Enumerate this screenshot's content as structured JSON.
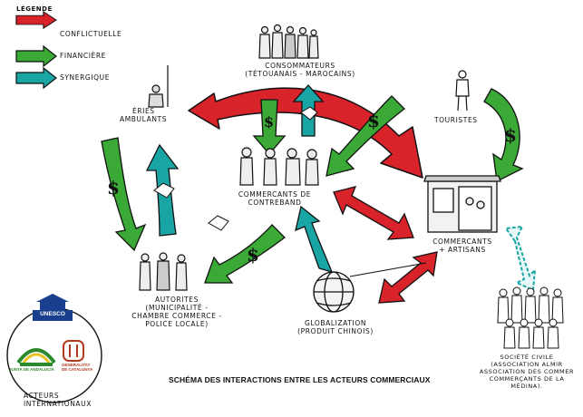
{
  "colors": {
    "conflictuelle": "#d8232a",
    "financiere": "#3aa935",
    "synergique": "#1aa5a5",
    "ink": "#111111"
  },
  "legend": {
    "title": "LÉGENDE",
    "items": [
      {
        "label": "CONFLICTUELLE",
        "color": "#d8232a"
      },
      {
        "label": "FINANCIÈRE",
        "color": "#3aa935"
      },
      {
        "label": "SYNERGIQUE",
        "color": "#1aa5a5"
      }
    ]
  },
  "nodes": {
    "consommateurs": {
      "line1": "CONSOMMATEURS",
      "line2": "(TÉTOUANAIS - MAROCAINS)"
    },
    "ambulants": {
      "line1": "ÉRIES",
      "line2": "AMBULANTS"
    },
    "touristes": {
      "line1": "TOURISTES"
    },
    "contrebande": {
      "line1": "COMMERCANTS DE",
      "line2": "CONTREBAND"
    },
    "commercants": {
      "line1": "COMMERCANTS",
      "line2": "+ ARTISANS"
    },
    "autorites": {
      "line1": "AUTORITES",
      "line2": "(MUNICIPALITÉ -",
      "line3": "CHAMBRE COMMERCE -",
      "line4": "POLICE LOCALE)"
    },
    "globalization": {
      "line1": "GLOBALIZATION",
      "line2": "(PRODUIT CHINOIS)"
    },
    "societe": {
      "line1": "SOCIÉTÉ CIVILE",
      "line2": "(ASSOCIATION ALMIR",
      "line3": "ASSOCIATION DES COMMER",
      "line4": "COMMERÇANTS DE LA",
      "line5": "MÉDINA)."
    },
    "internationaux": {
      "line1": "ACTEURS",
      "line2": "INTERNATIONAUX",
      "unesco": "UNESCO",
      "andalucia": "JUNTA DE ANDALUCÍA",
      "cataluna": "GENERALITAT DE CATALUNYA"
    }
  },
  "caption": "SCHÉMA DES INTERACTIONS ENTRE LES ACTEURS COMMERCIAUX"
}
